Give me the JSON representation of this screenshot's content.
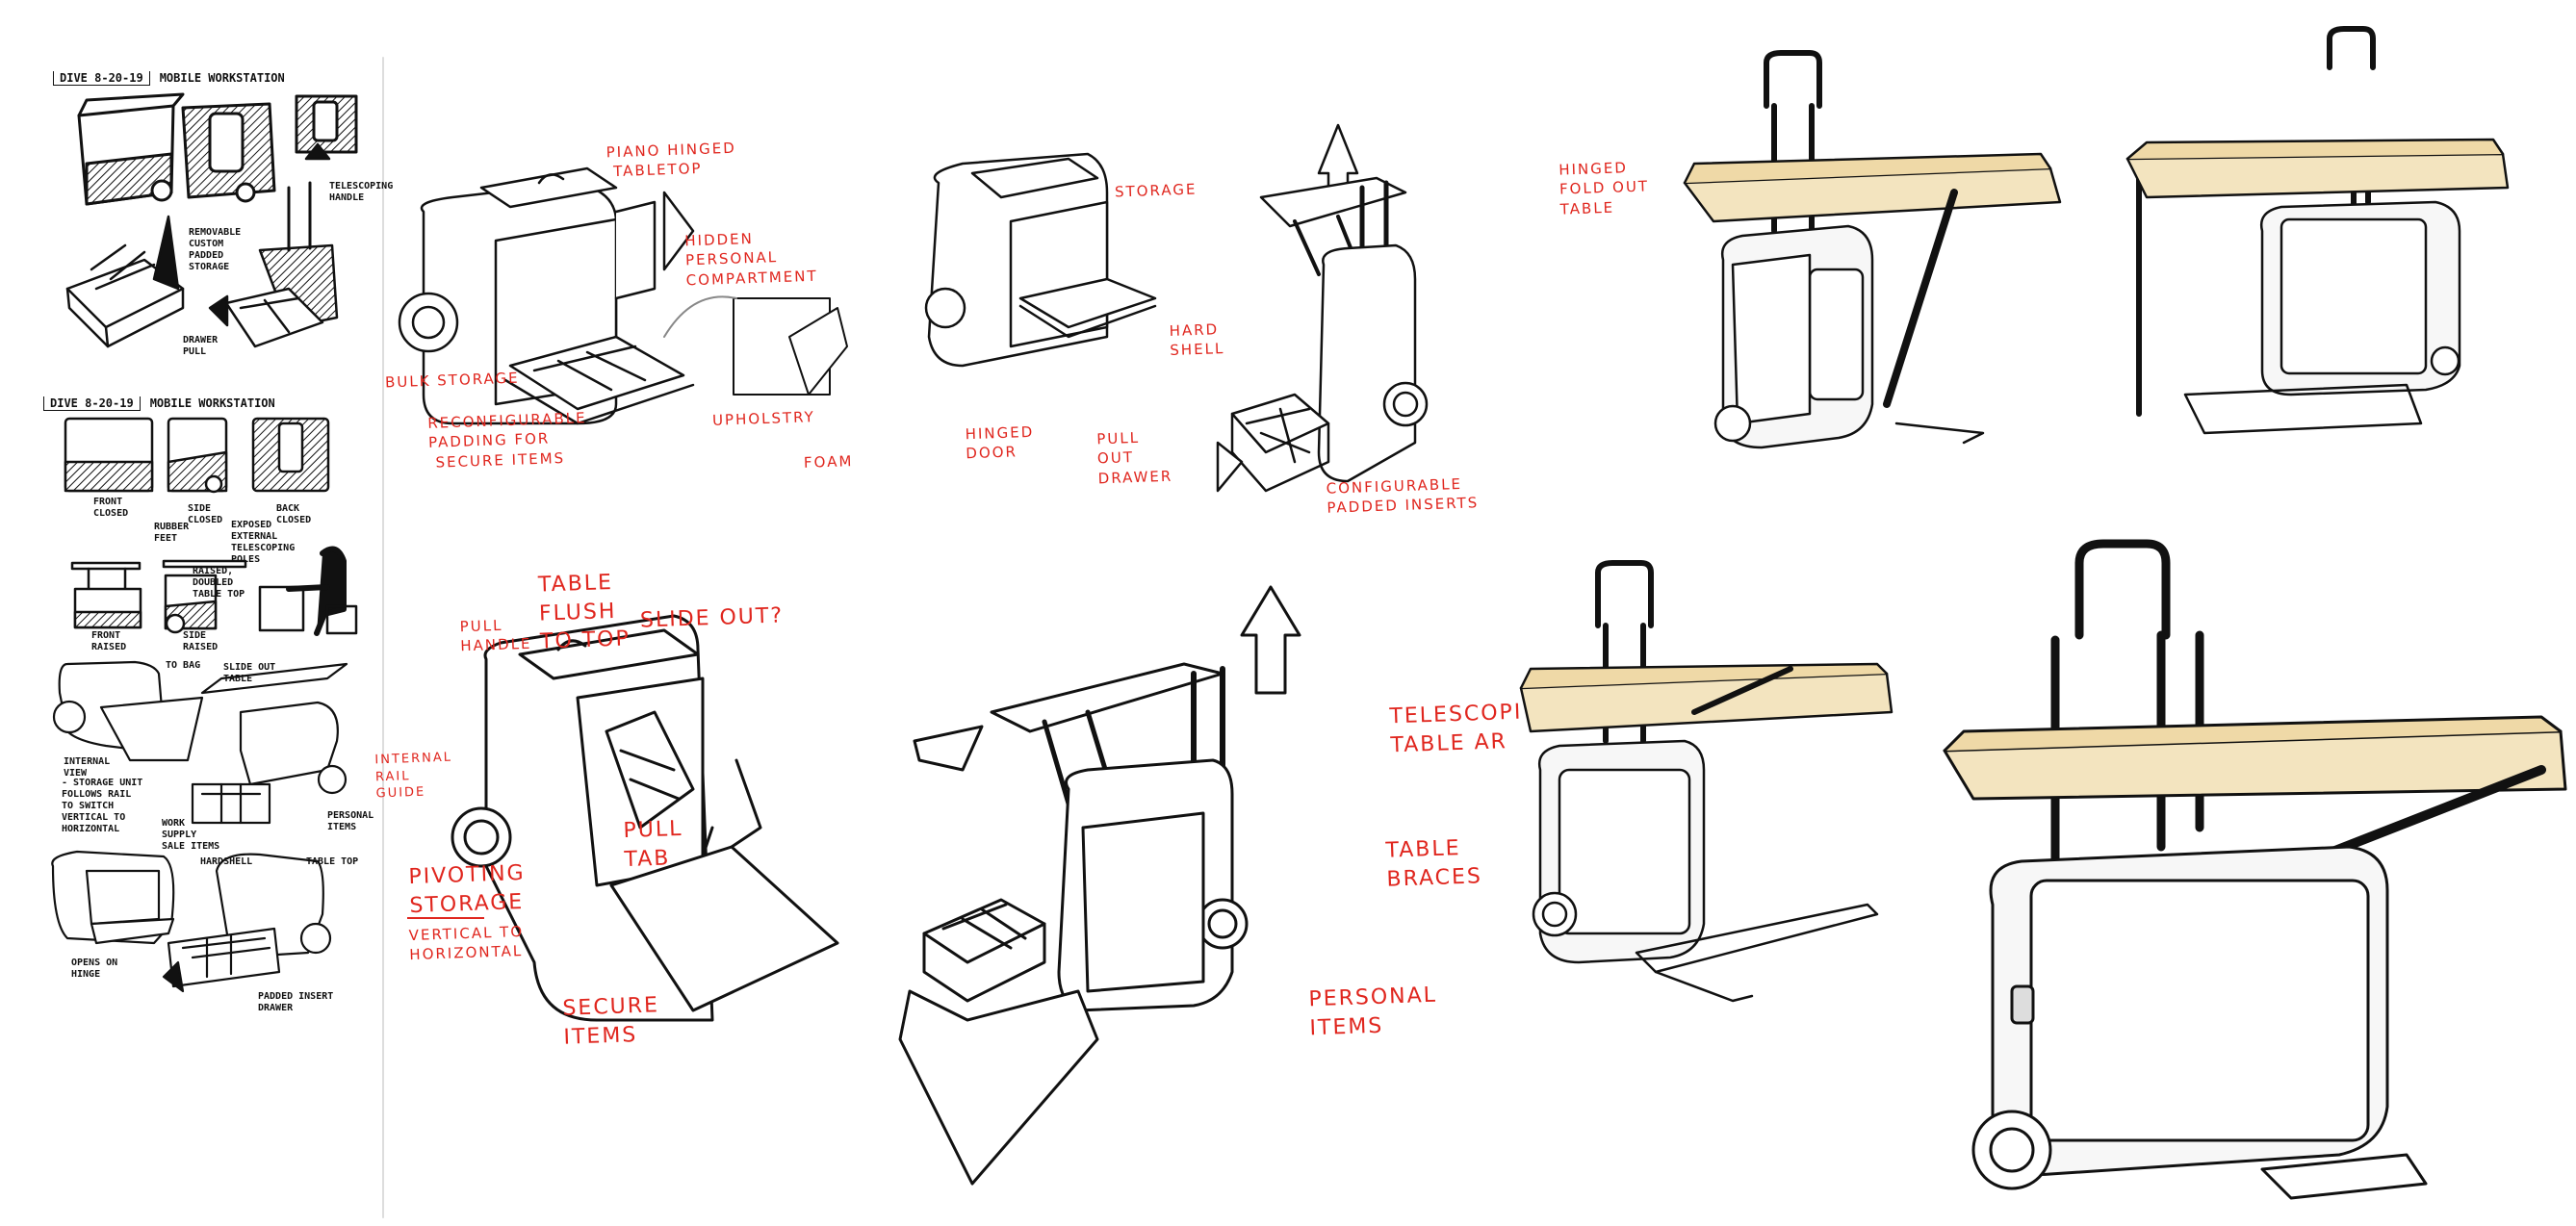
{
  "sketchbook": {
    "header_1": {
      "date": "DIVE 8-20-19",
      "title": "MOBILE WORKSTATION"
    },
    "header_2": {
      "date": "DIVE 8-20-19",
      "title": "MOBILE WORKSTATION"
    },
    "ink_labels": {
      "telescoping_handle": "TELESCOPING\nHANDLE",
      "removable_storage": "REMOVABLE\nCUSTOM\nPADDED\nSTORAGE",
      "drawer_pull": "DRAWER\nPULL",
      "front_closed": "FRONT\nCLOSED",
      "side_closed": "SIDE\nCLOSED",
      "back_closed": "BACK\nCLOSED",
      "rubber_feet": "RUBBER\nFEET",
      "exposed_poles": "EXPOSED\nEXTERNAL\nTELESCOPING\nPOLES",
      "raised_doubled": "RAISED,\nDOUBLED\nTABLE TOP",
      "front_raised": "FRONT\nRAISED",
      "side_raised": "SIDE\nRAISED",
      "to_bag": "TO BAG",
      "slide_out_table": "SLIDE OUT\nTABLE",
      "internal_view": "INTERNAL\nVIEW",
      "storage_rail": "- STORAGE UNIT\nFOLLOWS RAIL\nTO SWITCH\nVERTICAL TO\nHORIZONTAL",
      "work_supply": "WORK\nSUPPLY\nSALE ITEMS",
      "personal_items": "PERSONAL\nITEMS",
      "hardshell": "HARDSHELL",
      "table_top": "TABLE TOP",
      "opens_on_hinge": "OPENS ON\nHINGE",
      "padded_insert": "PADDED INSERT\nDRAWER"
    },
    "red_labels": {
      "piano_hinged": "PIANO HINGED\n TABLETOP",
      "hidden_personal": "HIDDEN\nPERSONAL\nCOMPARTMENT",
      "bulk_storage": "BULK STORAGE",
      "reconfigurable": "RECONFIGURABLE\nPADDING FOR\n SECURE ITEMS",
      "upholstry": "UPHOLSTRY",
      "foam": "FOAM",
      "storage": "STORAGE",
      "hinged_door": "HINGED\nDOOR",
      "hard_shell": "HARD\nSHELL",
      "hinged_fold_out": "HINGED\nFOLD OUT\nTABLE",
      "pull_out_drawer": "PULL\nOUT\nDRAWER",
      "configurable_inserts": "CONFIGURABLE\nPADDED INSERTS",
      "pull_handle": "PULL\nHANDLE",
      "table_flush": "TABLE\nFLUSH\nTO TOP",
      "internal_rail": "INTERNAL\nRAIL\nGUIDE",
      "pivoting_storage": "PIVOTING\nSTORAGE",
      "vertical_to_horizontal": "VERTICAL TO\nHORIZONTAL",
      "slide_out": "SLIDE OUT?",
      "telescopic_arms": "TELESCOPI\nTABLE AR",
      "table_braces": "TABLE\nBRACES",
      "pull_tab": "PULL\nTAB",
      "secure_items": "SECURE\nITEMS",
      "personal_items": "PERSONAL\nITEMS"
    }
  },
  "colors": {
    "annotation": "#e0261e",
    "ink": "#111111",
    "tabletop": "#f3e4bf",
    "paper": "#ffffff"
  }
}
